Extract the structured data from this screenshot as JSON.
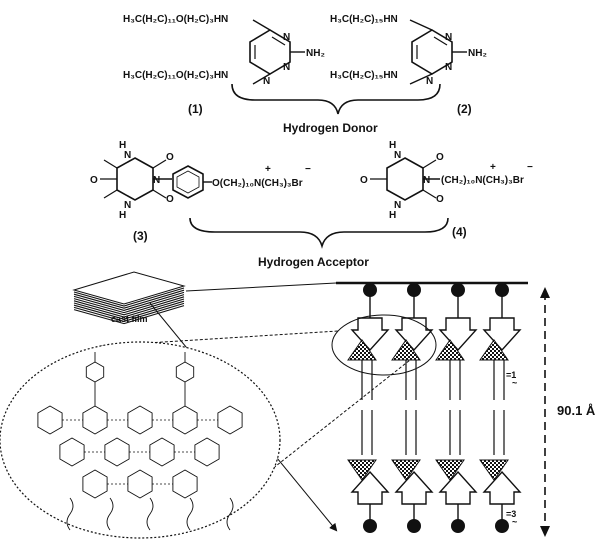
{
  "compounds": {
    "c1_top_chain": "H₃C(H₂C)₁₁O(H₂C)₃HN",
    "c1_bottom_chain": "H₃C(H₂C)₁₁O(H₂C)₃HN",
    "c2_top_chain": "H₃C(H₂C)₁₅HN",
    "c2_bottom_chain": "H₃C(H₂C)₁₅HN",
    "nh2": "NH₂",
    "ring_n": "N",
    "c3_side": "O(CH₂)₁₀N(CH₃)₃Br",
    "c4_side": "(CH₂)₁₀N(CH₃)₃Br",
    "plus": "+",
    "minus": "−",
    "h": "H",
    "o": "O",
    "n": "N"
  },
  "labels": {
    "c1": "(1)",
    "c2": "(2)",
    "c3": "(3)",
    "c4": "(4)"
  },
  "groups": {
    "donor": "Hydrogen Donor",
    "acceptor": "Hydrogen Acceptor"
  },
  "schematic": {
    "cast_film": "cast film",
    "label_1": "=1",
    "label_3": "=3",
    "tilde": "~",
    "dimension": "90.1 Å"
  }
}
